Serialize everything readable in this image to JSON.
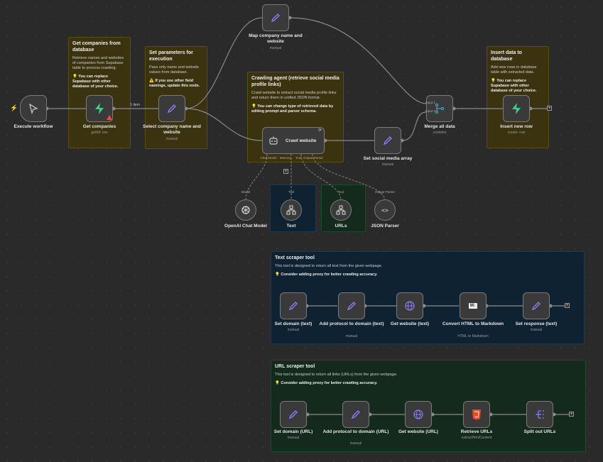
{
  "sticky_get_companies": {
    "title": "Get companies from database",
    "body": "Retrieve names and websites of companies from Supabase table to process crawling.",
    "tip": "💡 You can replace Supabase with other database of your choice."
  },
  "sticky_set_params": {
    "title": "Set parameters for execution",
    "body": "Pass only name and website values from database.",
    "tip": "⚠️ If you use other field namings, update this node."
  },
  "sticky_crawling_agent": {
    "title": "Crawling agent (retrieve social media profile links)",
    "body": "Crawl website to extract social media profile links and return them in unified JSON format.",
    "tip": "💡 You can change type of retrieved data by editing prompt and parser schema."
  },
  "sticky_insert": {
    "title": "Insert data to database",
    "body": "Add new rows in database table with extracted data.",
    "tip": "💡 You can replace Supabase with other database of your choice."
  },
  "sticky_text_scraper": {
    "title": "Text scraper tool",
    "body": "This tool is designed to return all text from the given webpage.",
    "tip": "💡 Consider adding proxy for better crawling accuracy."
  },
  "sticky_url_scraper": {
    "title": "URL scraper tool",
    "body": "This tool is designed to return all links (URLs) from the given webpage.",
    "tip": "💡 Consider adding proxy for better crawling accuracy."
  },
  "nodes": {
    "execute": {
      "label": "Execute workflow"
    },
    "get_companies": {
      "label": "Get companies",
      "sub": "getAll: row"
    },
    "select_company": {
      "label": "Select company name and website",
      "sub": "manual"
    },
    "map_company": {
      "label": "Map company name and website",
      "sub": "manual"
    },
    "crawl_website": {
      "label": "Crawl website"
    },
    "set_social": {
      "label": "Set social media array",
      "sub": "manual"
    },
    "merge": {
      "label": "Merge all data",
      "sub": "combine",
      "input1": "Input 1",
      "input2": "Input 2"
    },
    "insert_row": {
      "label": "Insert new row",
      "sub": "create: row"
    },
    "openai": {
      "label": "OpenAI Chat Model",
      "tag": "Model"
    },
    "text_tool": {
      "label": "Text",
      "tag": "Tool"
    },
    "urls_tool": {
      "label": "URLs",
      "tag": "Tool"
    },
    "json_parser": {
      "label": "JSON Parser",
      "tag": "Output Parser"
    },
    "t_set_domain": {
      "label": "Set domain (text)",
      "sub": "manual"
    },
    "t_add_protocol": {
      "label": "Add protocol to domain (text)",
      "sub": "manual"
    },
    "t_get_website": {
      "label": "Get website (text)"
    },
    "t_convert": {
      "label": "Convert HTML to Markdown",
      "sub": "HTML to Markdown"
    },
    "t_set_response": {
      "label": "Set response (text)",
      "sub": "manual"
    },
    "u_set_domain": {
      "label": "Set domain (URL)",
      "sub": "manual"
    },
    "u_add_protocol": {
      "label": "Add protocol to domain (URL)",
      "sub": "manual"
    },
    "u_get_website": {
      "label": "Get website (URL)"
    },
    "u_retrieve": {
      "label": "Retrieve URLs",
      "sub": "extractHtmlContent"
    },
    "u_split": {
      "label": "Split out URLs"
    }
  },
  "connection_label": "1 item",
  "agent_ports": {
    "chat_model": "Chat Model",
    "memory": "Memory",
    "tool": "Tool",
    "output_parser": "Output Parser"
  },
  "colors": {
    "yellow_sticky": "#3b3310",
    "blue_sticky": "#0f2232",
    "green_sticky": "#132a1c",
    "pencil": "#8b7cf6",
    "supabase": "#3ecf8e",
    "merge": "#4fb3d9",
    "html5": "#e44d26"
  }
}
